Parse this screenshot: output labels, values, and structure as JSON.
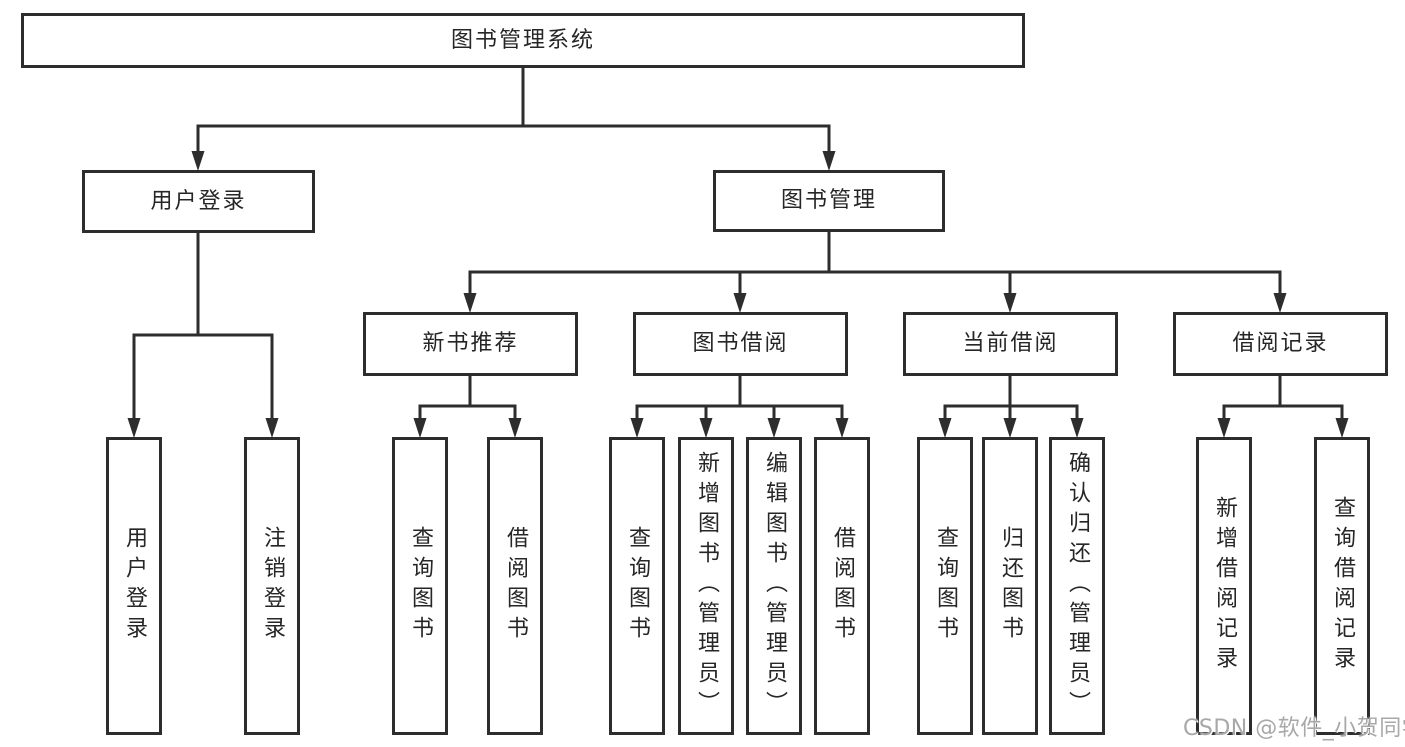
{
  "title": "图书管理系统",
  "tree": {
    "root": {
      "label": "图书管理系统"
    },
    "groups": [
      {
        "label": "用户登录",
        "children": [
          {
            "label": "用户登录"
          },
          {
            "label": "注销登录"
          }
        ]
      },
      {
        "label": "图书管理",
        "sections": [
          {
            "label": "新书推荐",
            "children": [
              {
                "label": "查询图书"
              },
              {
                "label": "借阅图书"
              }
            ]
          },
          {
            "label": "图书借阅",
            "children": [
              {
                "label": "查询图书"
              },
              {
                "label": "新增图书（管理员）"
              },
              {
                "label": "编辑图书（管理员）"
              },
              {
                "label": "借阅图书"
              }
            ]
          },
          {
            "label": "当前借阅",
            "children": [
              {
                "label": "查询图书"
              },
              {
                "label": "归还图书"
              },
              {
                "label": "确认归还（管理员）"
              }
            ]
          },
          {
            "label": "借阅记录",
            "children": [
              {
                "label": "新增借阅记录"
              },
              {
                "label": "查询借阅记录"
              }
            ]
          }
        ]
      }
    ]
  },
  "watermark": {
    "text": "CSDN @软件_小贺同学",
    "color": "#a8a8a8"
  },
  "colors": {
    "line": "#2d2d2d",
    "text": "#262626",
    "background": "#ffffff"
  }
}
